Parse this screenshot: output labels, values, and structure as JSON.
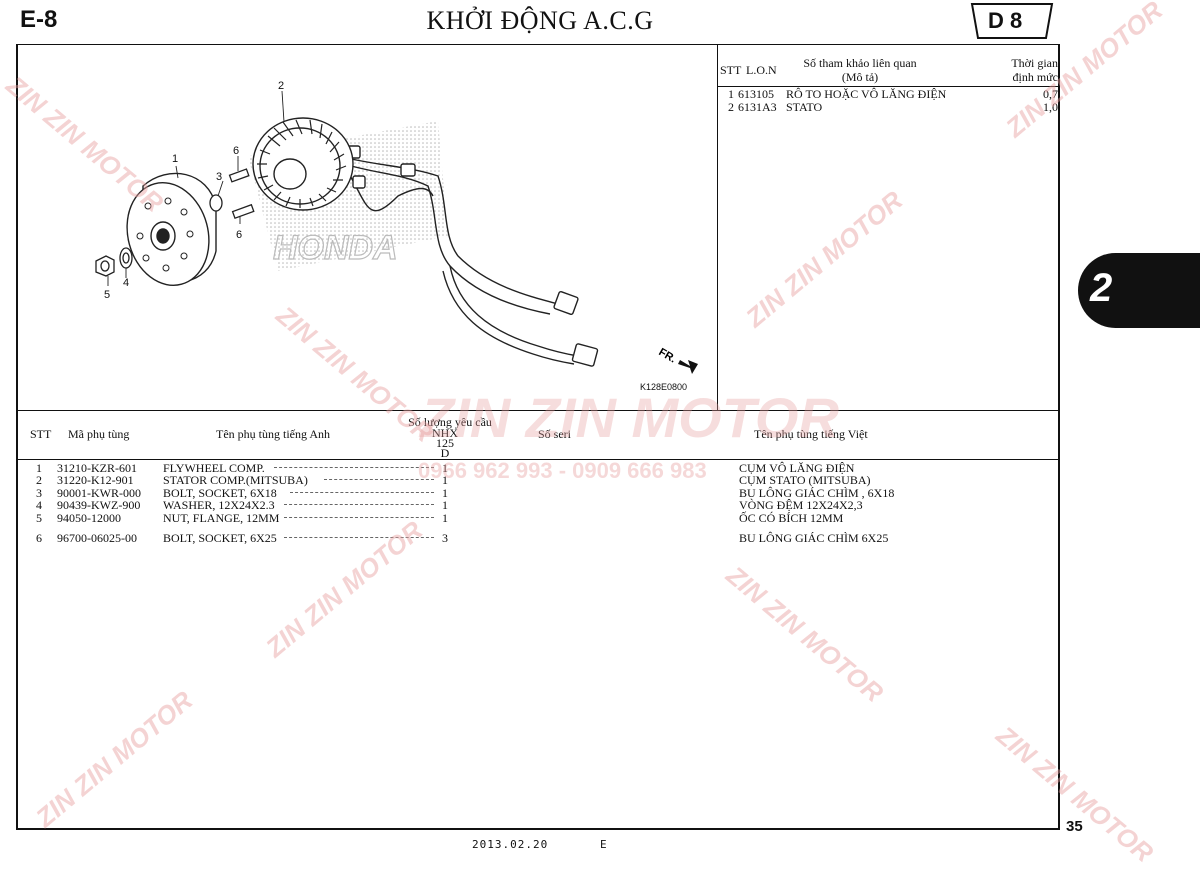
{
  "header": {
    "page_code": "E-8",
    "title": "KHỞI ĐỘNG A.C.G",
    "section_code": "D 8"
  },
  "diagram": {
    "callouts": [
      "1",
      "2",
      "3",
      "4",
      "5",
      "6",
      "6"
    ],
    "fr_label": "FR.",
    "figure_code": "K128E0800",
    "background_logo": "HONDA"
  },
  "reference_table": {
    "headers": {
      "stt": "STT",
      "lon": "L.O.N",
      "desc_line1": "Số tham khảo liên quan",
      "desc_line2": "(Mô tả)",
      "time_line1": "Thời gian",
      "time_line2": "định mức"
    },
    "rows": [
      {
        "stt": "1",
        "lon": "613105",
        "desc": "RÔ TO HOẶC VÔ LĂNG ĐIỆN",
        "time": "0,7"
      },
      {
        "stt": "2",
        "lon": "6131A3",
        "desc": "STATO",
        "time": "1,0"
      }
    ]
  },
  "parts_table": {
    "headers": {
      "stt": "STT",
      "part_no": "Mã phụ tùng",
      "name_en": "Tên phụ tùng tiếng Anh",
      "qty_line1": "Số lượng yêu cầu",
      "qty_line2": "NHX",
      "qty_line3": "125",
      "qty_line4": "D",
      "serial": "Số seri",
      "name_vi": "Tên phụ tùng tiếng Việt"
    },
    "rows": [
      {
        "stt": "1",
        "part_no": "31210-KZR-601",
        "name_en": "FLYWHEEL COMP.",
        "qty": "1",
        "name_vi": "CỤM VÔ LĂNG ĐIỆN"
      },
      {
        "stt": "2",
        "part_no": "31220-K12-901",
        "name_en": "STATOR COMP.(MITSUBA)",
        "qty": "1",
        "name_vi": "CỤM STATO (MITSUBA)"
      },
      {
        "stt": "3",
        "part_no": "90001-KWR-000",
        "name_en": "BOLT, SOCKET, 6X18",
        "qty": "1",
        "name_vi": "BU LÔNG GIÁC CHÌM , 6X18"
      },
      {
        "stt": "4",
        "part_no": "90439-KWZ-900",
        "name_en": "WASHER, 12X24X2.3",
        "qty": "1",
        "name_vi": "VÒNG ĐỆM 12X24X2,3"
      },
      {
        "stt": "5",
        "part_no": "94050-12000",
        "name_en": "NUT, FLANGE, 12MM",
        "qty": "1",
        "name_vi": "ỐC CÓ BÍCH 12MM"
      },
      {
        "stt": "6",
        "part_no": "96700-06025-00",
        "name_en": "BOLT, SOCKET, 6X25",
        "qty": "3",
        "name_vi": "BU LÔNG GIÁC CHÌM 6X25"
      }
    ]
  },
  "side_tab": "2",
  "page_number": "35",
  "footer": {
    "date": "2013.02.20",
    "code": "E"
  },
  "watermark": {
    "brand": "ZIN ZIN MOTOR",
    "phone": "0966 962 993 - 0909 666 983",
    "color": "#e8a0a0"
  }
}
